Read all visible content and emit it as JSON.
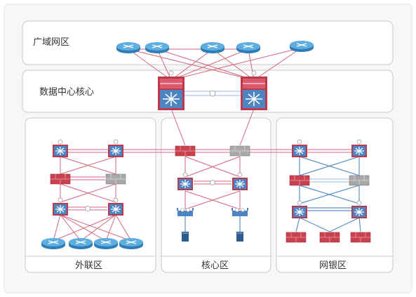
{
  "zones": {
    "wan": "广域网区",
    "dc_core": "数据中心核心",
    "extranet": "外联区",
    "core": "核心区",
    "netbank": "网银区"
  },
  "colors": {
    "router": "#4a9bd3",
    "switch_face": "#4d84c2",
    "switch_rim": "#b73b4e",
    "firewall_red": "#c9404f",
    "firewall_gray": "#a8a8a8",
    "link_red": "#d3667e",
    "link_blue": "#5b90c7"
  },
  "icons": [
    "router-icon",
    "core-switch-icon",
    "switch-icon",
    "firewall-icon",
    "load-balancer-icon",
    "server-icon"
  ]
}
